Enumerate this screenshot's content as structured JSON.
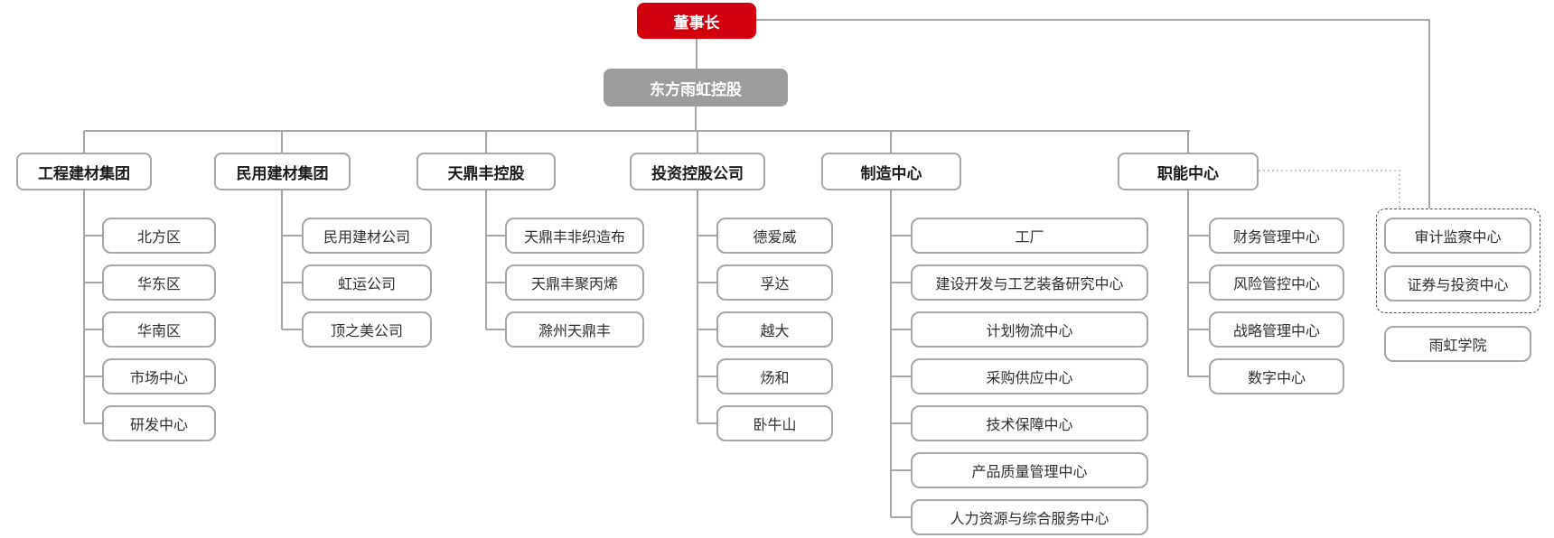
{
  "colors": {
    "red": "#d2000f",
    "gray": "#9c9c9c",
    "line": "#a6a6a6"
  },
  "org": {
    "chairman": "董事长",
    "holding": "东方雨虹控股",
    "branches": [
      {
        "label": "工程建材集团",
        "children": [
          "北方区",
          "华东区",
          "华南区",
          "市场中心",
          "研发中心"
        ]
      },
      {
        "label": "民用建材集团",
        "children": [
          "民用建材公司",
          "虹运公司",
          "顶之美公司"
        ]
      },
      {
        "label": "天鼎丰控股",
        "children": [
          "天鼎丰非织造布",
          "天鼎丰聚丙烯",
          "滁州天鼎丰"
        ]
      },
      {
        "label": "投资控股公司",
        "children": [
          "德爱威",
          "孚达",
          "越大",
          "炀和",
          "卧牛山"
        ]
      },
      {
        "label": "制造中心",
        "children": [
          "工厂",
          "建设开发与工艺装备研究中心",
          "计划物流中心",
          "采购供应中心",
          "技术保障中心",
          "产品质量管理中心",
          "人力资源与综合服务中心"
        ]
      },
      {
        "label": "职能中心",
        "children": [
          "财务管理中心",
          "风险管控中心",
          "战略管理中心",
          "数字中心"
        ]
      }
    ],
    "board_direct_group": {
      "items": [
        "审计监察中心",
        "证券与投资中心"
      ]
    },
    "standalone": "雨虹学院"
  }
}
